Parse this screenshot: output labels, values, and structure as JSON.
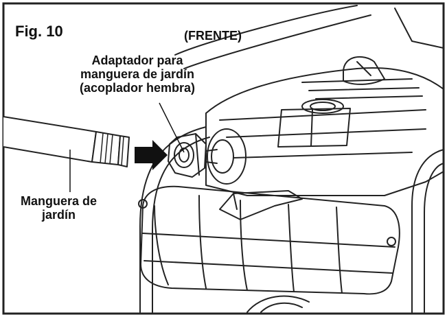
{
  "figure": {
    "number": "Fig. 10",
    "view": "(FRENTE)"
  },
  "callouts": {
    "adapter": {
      "line1": "Adaptador para",
      "line2": "manguera de jardín",
      "line3": "(acoplador hembra)"
    },
    "hose": {
      "line1": "Manguera de",
      "line2": "jardín"
    }
  },
  "colors": {
    "ink": "#111111",
    "paper": "#ffffff",
    "frame": "#222222"
  },
  "icons": {
    "arrow": "arrow-right-icon"
  }
}
